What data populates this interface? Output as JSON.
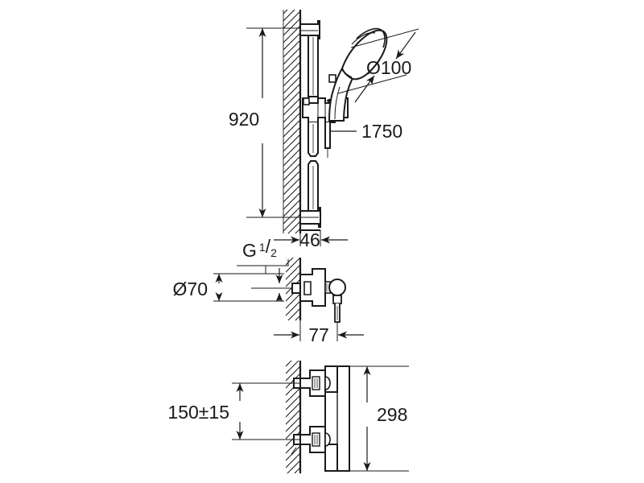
{
  "drawing": {
    "type": "technical-dimension-drawing",
    "subject": "Wall mounted thermostatic shower mixer with shower rail set",
    "units": "mm",
    "background_color": "#ffffff",
    "line_color": "#1a1a1a",
    "views": [
      {
        "name": "shower-rail-side-view",
        "description": "Side section view of wall with shower rail, slider bracket and hand shower"
      },
      {
        "name": "mixer-side-view",
        "description": "Side section view of thermostatic mixer body on wall"
      },
      {
        "name": "mixer-front-view",
        "description": "Front view of thermostatic mixer body with inlet connections"
      }
    ]
  },
  "dimensions": {
    "rail_height": "920",
    "shower_head_diameter": "Ø100",
    "hose_length": "1750",
    "rail_projection": "46",
    "inlet_thread_label_prefix": "G",
    "inlet_thread_numerator": "1",
    "inlet_thread_denominator": "2",
    "inlet_centre_diameter": "Ø70",
    "mixer_projection": "77",
    "inlet_centres": "150±15",
    "mixer_body_length": "298"
  },
  "colors": {
    "stroke": "#1a1a1a",
    "text": "#1a1a1a",
    "hatch": "#1a1a1a",
    "paper": "#ffffff"
  }
}
